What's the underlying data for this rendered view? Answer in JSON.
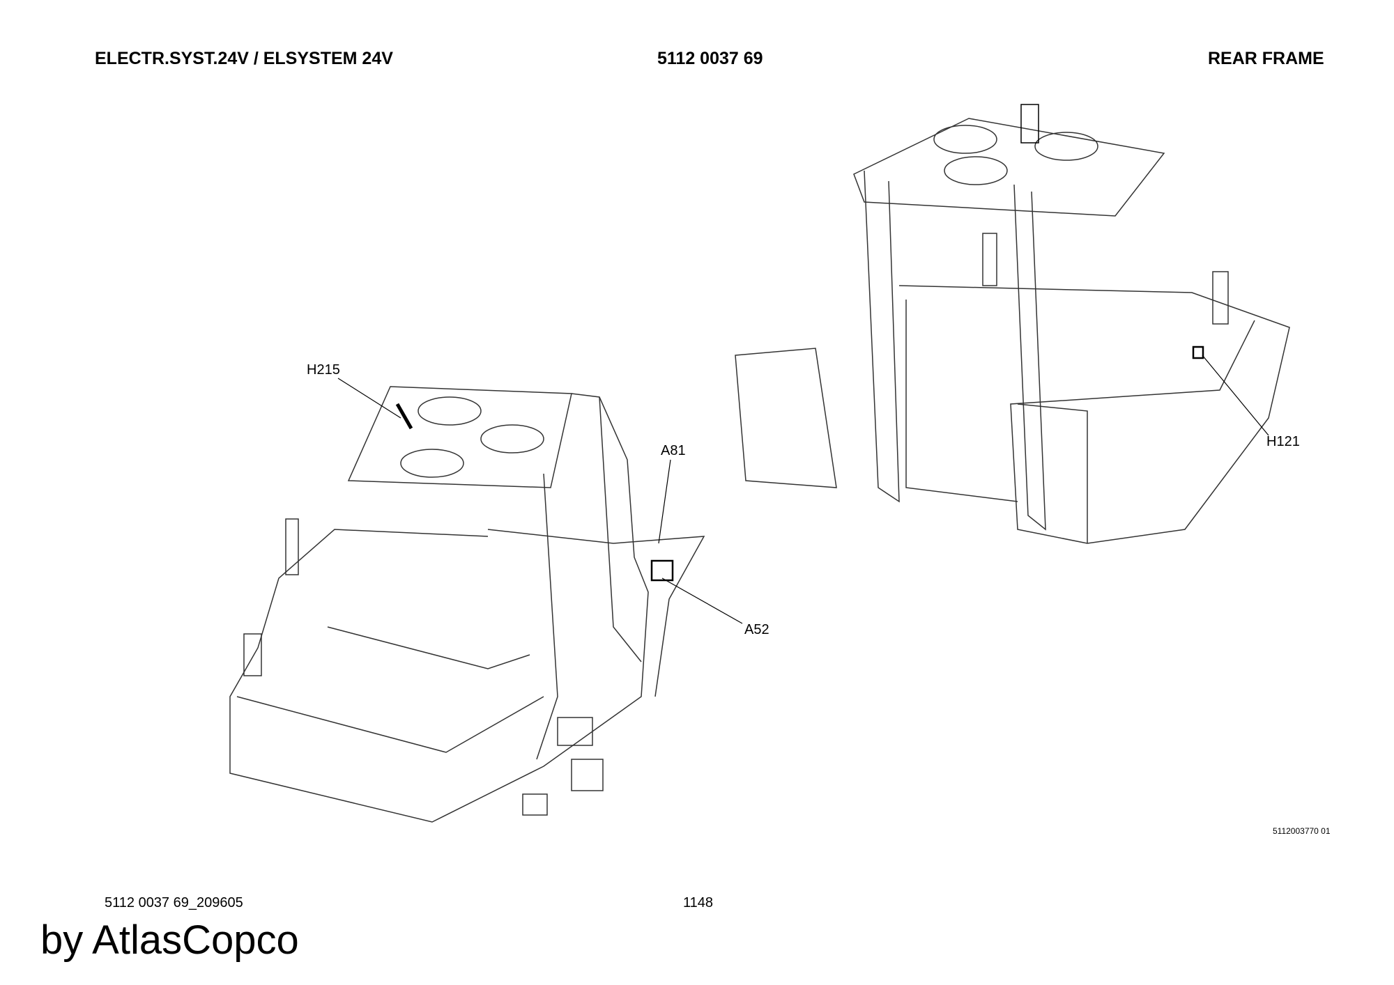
{
  "header": {
    "left_title": "ELECTR.SYST.24V / ELSYSTEM 24V",
    "part_number": "5112 0037 69",
    "right_title": "REAR FRAME"
  },
  "callouts": [
    "H215",
    "A81",
    "A52",
    "H121"
  ],
  "drawing_number": "5112003770 01",
  "footer": {
    "doc_code": "5112 0037 69_209605",
    "page_number": "1148",
    "watermark": "by AtlasCopco"
  }
}
